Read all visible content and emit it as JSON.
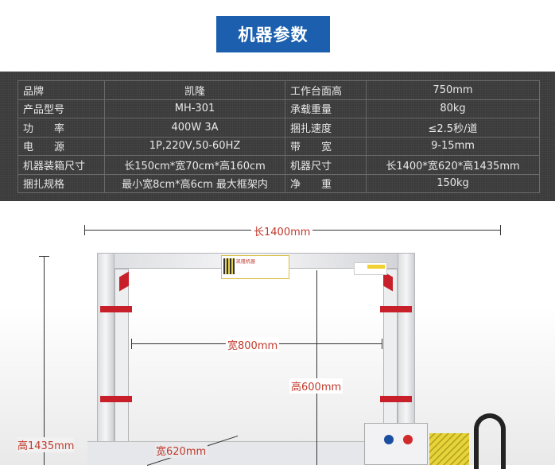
{
  "title": "机器参数",
  "specs": [
    {
      "k1": "品牌",
      "v1": "凯隆",
      "k2": "工作台面高",
      "v2": "750mm"
    },
    {
      "k1": "产品型号",
      "v1": "MH-301",
      "k2": "承载重量",
      "v2": "80kg"
    },
    {
      "k1": "功　　率",
      "v1": "400W 3A",
      "k2": "捆扎速度",
      "v2": "≤2.5秒/道"
    },
    {
      "k1": "电　　源",
      "v1": "1P,220V,50-60HZ",
      "k2": "带　　宽",
      "v2": "9-15mm"
    },
    {
      "k1": "机器装箱尺寸",
      "v1": "长150cm*宽70cm*高160cm",
      "k2": "机器尺寸",
      "v2": "长1400*宽620*高1435mm"
    },
    {
      "k1": "捆扎规格",
      "v1": "最小宽8cm*高6cm 最大框架内",
      "k2": "净　　重",
      "v2": "150kg"
    }
  ],
  "dimensions": {
    "length": "长1400mm",
    "inner_width": "宽800mm",
    "inner_height": "高600mm",
    "height": "高1435mm",
    "width": "宽620mm"
  },
  "sticker": "凯隆机器"
}
